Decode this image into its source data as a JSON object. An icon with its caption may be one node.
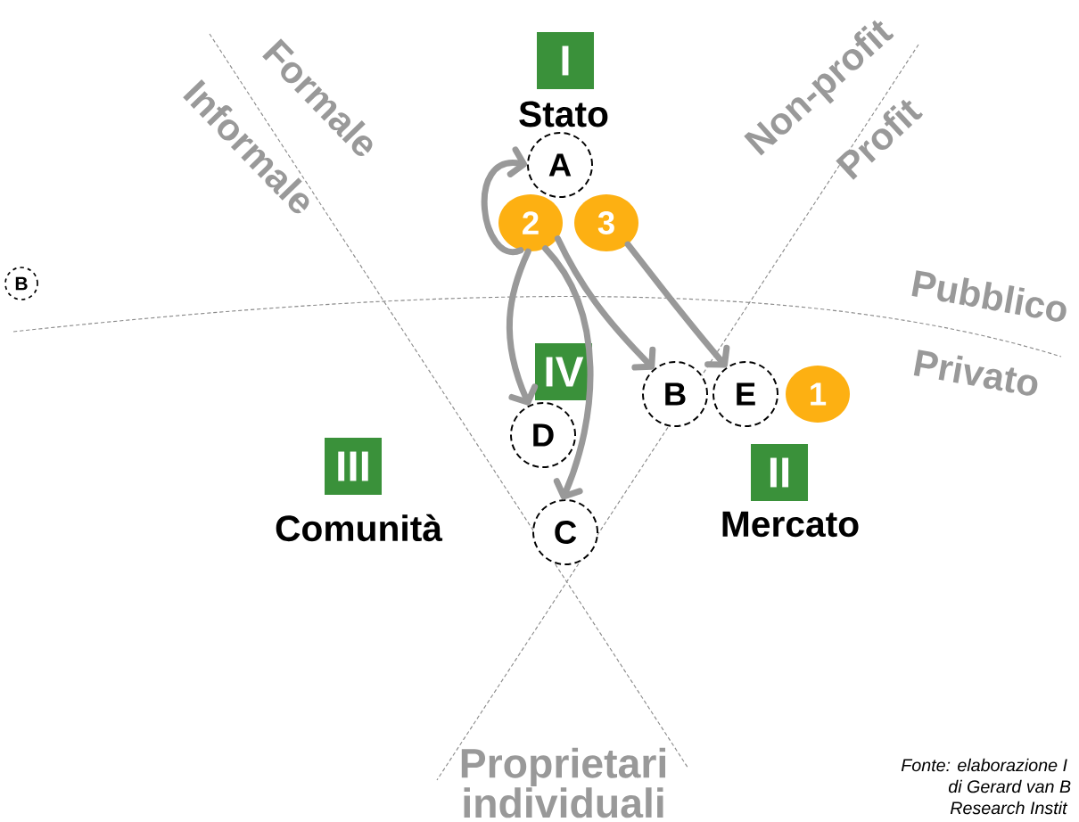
{
  "diagram": {
    "nodes": [
      {
        "text": [
          "I",
          "Stato"
        ]
      },
      {
        "text": [
          "A"
        ]
      },
      {
        "text": [
          "2"
        ]
      },
      {
        "text": [
          "3"
        ]
      },
      {
        "text": [
          "B"
        ]
      },
      {
        "text": [
          "IV"
        ]
      },
      {
        "text": [
          "B"
        ]
      },
      {
        "text": [
          "E"
        ]
      },
      {
        "text": [
          "1"
        ]
      },
      {
        "text": [
          "D"
        ]
      },
      {
        "text": [
          "III",
          "Comunità"
        ]
      },
      {
        "text": [
          "II",
          "Mercato"
        ]
      },
      {
        "text": [
          "C"
        ]
      }
    ],
    "edges": [
      {
        "from": 2,
        "to": 1,
        "arrow": "to"
      },
      {
        "from": 2,
        "to": 9,
        "arrow": "to"
      },
      {
        "from": 2,
        "to": 12,
        "arrow": "to"
      },
      {
        "from": 2,
        "to": 6,
        "arrow": "to"
      },
      {
        "from": 3,
        "to": 7,
        "arrow": "to"
      }
    ],
    "labels": [
      "Formale",
      "Informale",
      "Non-profit",
      "Profit",
      "Pubblico",
      "Privato",
      "Proprietari individuali",
      "Fonte: elaborazione I",
      "di Gerard van B",
      "Research Instit"
    ]
  }
}
